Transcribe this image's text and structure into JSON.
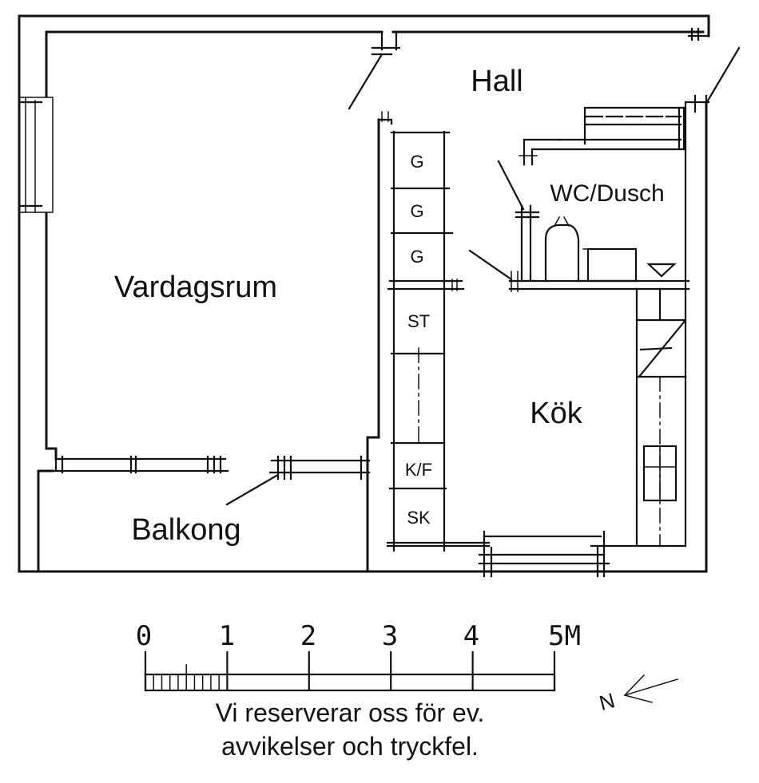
{
  "floorplan": {
    "rooms": {
      "hall": "Hall",
      "living_room": "Vardagsrum",
      "wc_shower": "WC/Dusch",
      "kitchen": "Kök",
      "balcony": "Balkong"
    },
    "cabinets": [
      {
        "label": "G"
      },
      {
        "label": "G"
      },
      {
        "label": "G"
      },
      {
        "label": "ST"
      },
      {
        "label": "K/F"
      },
      {
        "label": "SK"
      }
    ]
  },
  "scale_bar": {
    "ticks": [
      "0",
      "1",
      "2",
      "3",
      "4"
    ],
    "last_tick": "5M",
    "unit": "M",
    "max_meters": 5,
    "subdivisions_first_meter": 10
  },
  "north_arrow": {
    "label": "N"
  },
  "disclaimer": {
    "line1": "Vi reserverar oss för ev.",
    "line2": "avvikelser och tryckfel."
  }
}
